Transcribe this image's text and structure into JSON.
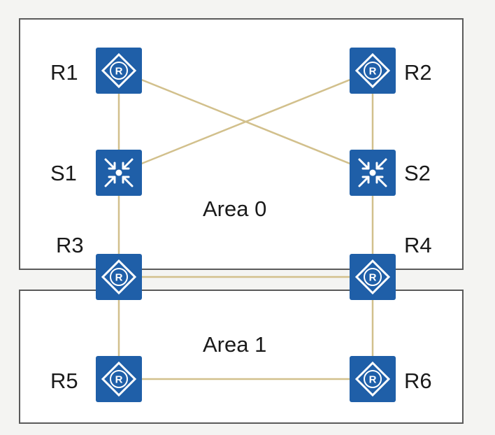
{
  "areas": [
    {
      "id": "area0",
      "label": "Area 0"
    },
    {
      "id": "area1",
      "label": "Area 1"
    }
  ],
  "nodes": [
    {
      "id": "R1",
      "label": "R1",
      "kind": "router-icon"
    },
    {
      "id": "R2",
      "label": "R2",
      "kind": "router-icon"
    },
    {
      "id": "S1",
      "label": "S1",
      "kind": "switch-icon"
    },
    {
      "id": "S2",
      "label": "S2",
      "kind": "switch-icon"
    },
    {
      "id": "R3",
      "label": "R3",
      "kind": "router-icon"
    },
    {
      "id": "R4",
      "label": "R4",
      "kind": "router-icon"
    },
    {
      "id": "R5",
      "label": "R5",
      "kind": "router-icon"
    },
    {
      "id": "R6",
      "label": "R6",
      "kind": "router-icon"
    }
  ],
  "links": [
    [
      "R1",
      "S1"
    ],
    [
      "R1",
      "S2"
    ],
    [
      "R2",
      "S1"
    ],
    [
      "R2",
      "S2"
    ],
    [
      "S1",
      "R3"
    ],
    [
      "S2",
      "R4"
    ],
    [
      "R3",
      "R4"
    ],
    [
      "R3",
      "R5"
    ],
    [
      "R4",
      "R6"
    ],
    [
      "R5",
      "R6"
    ]
  ],
  "colors": {
    "device_fill": "#1f5fa8",
    "device_symbol": "#ffffff",
    "link": "#d2c08c",
    "area_border": "#5a5a5a"
  }
}
